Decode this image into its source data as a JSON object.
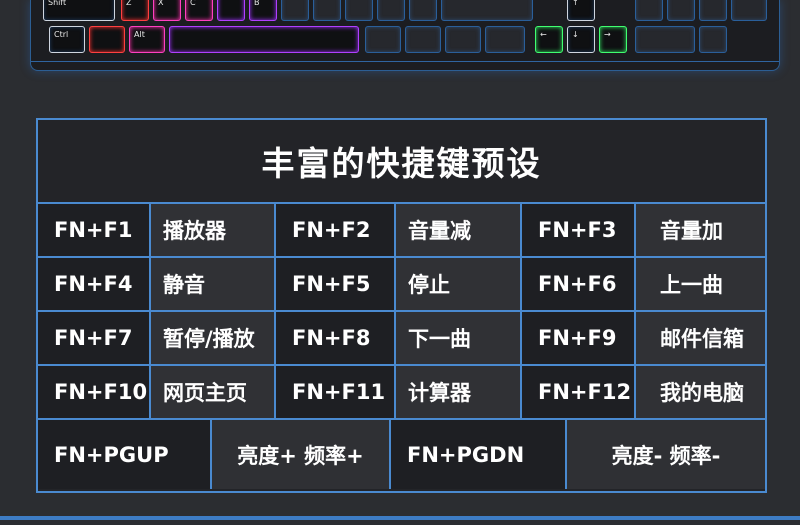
{
  "keyboard": {
    "keys": {
      "shift": "Shift",
      "z": "Z",
      "x": "X",
      "c": "C",
      "b": "B",
      "ctrl": "Ctrl",
      "alt": "Alt",
      "up": "↑",
      "left": "←",
      "down": "↓",
      "right": "→"
    }
  },
  "table": {
    "title": "丰富的快捷键预设",
    "rows": [
      [
        {
          "key": "FN+F1",
          "action": "播放器"
        },
        {
          "key": "FN+F2",
          "action": "音量减"
        },
        {
          "key": "FN+F3",
          "action": "音量加"
        }
      ],
      [
        {
          "key": "FN+F4",
          "action": "静音"
        },
        {
          "key": "FN+F5",
          "action": "停止"
        },
        {
          "key": "FN+F6",
          "action": "上一曲"
        }
      ],
      [
        {
          "key": "FN+F7",
          "action": "暂停/播放"
        },
        {
          "key": "FN+F8",
          "action": "下一曲"
        },
        {
          "key": "FN+F9",
          "action": "邮件信箱"
        }
      ],
      [
        {
          "key": "FN+F10",
          "action": "网页主页"
        },
        {
          "key": "FN+F11",
          "action": "计算器"
        },
        {
          "key": "FN+F12",
          "action": "我的电脑"
        }
      ]
    ],
    "bottom": [
      {
        "key": "FN+PGUP",
        "action": "亮度+  频率+"
      },
      {
        "key": "FN+PGDN",
        "action": "亮度-  频率-"
      }
    ]
  }
}
